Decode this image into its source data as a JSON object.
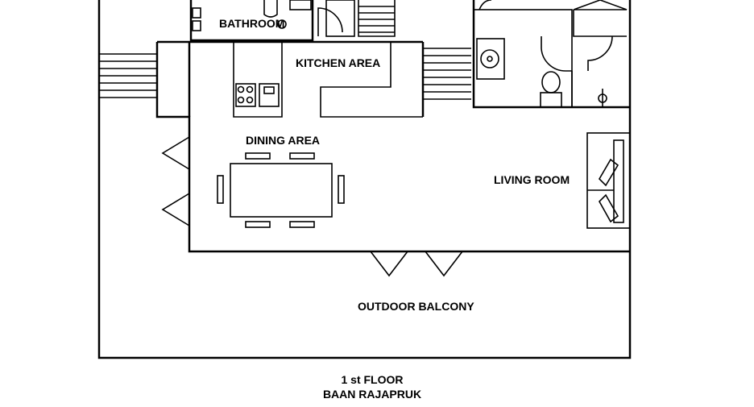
{
  "rooms": {
    "bathroom": "BATHROOM",
    "kitchen": "KITCHEN AREA",
    "dining": "DINING AREA",
    "living": "LIVING ROOM",
    "balcony": "OUTDOOR BALCONY"
  },
  "caption": {
    "floor": "1 st FLOOR",
    "building": "BAAN RAJAPRUK"
  }
}
